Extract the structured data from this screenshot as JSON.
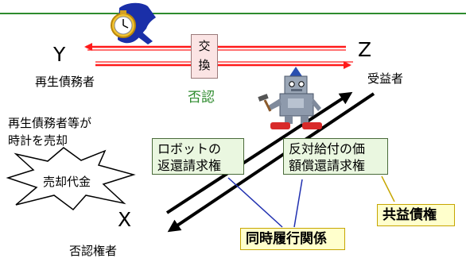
{
  "colors": {
    "header_rule": "#2e8b2e",
    "exchange_arrow": "#ff1a1a",
    "denial_text": "#2e8b2e",
    "green_box_fill": "#eaf7e0",
    "yellow_box_fill": "#ffffcc",
    "pointer_line": "#2030b0"
  },
  "parties": {
    "y_letter": "Y",
    "y_role": "再生債務者",
    "z_letter": "Z",
    "z_role": "受益者",
    "x_letter": "X",
    "x_role": "否認権者"
  },
  "exchange": {
    "line1": "交",
    "line2": "換"
  },
  "denial": "否認",
  "sale_note": {
    "line1": "再生債務者等が",
    "line2": "時計を売却"
  },
  "burst_label": "売却代金",
  "claims": {
    "robot_return": {
      "line1": "ロボットの",
      "line2": "返還請求権"
    },
    "counter_value": {
      "line1": "反対給付の価",
      "line2": "額償還請求権"
    }
  },
  "simultaneous": "同時履行関係",
  "common_benefit": "共益債権",
  "icons": [
    "watch-icon",
    "robot-icon",
    "explosion-burst-icon"
  ]
}
